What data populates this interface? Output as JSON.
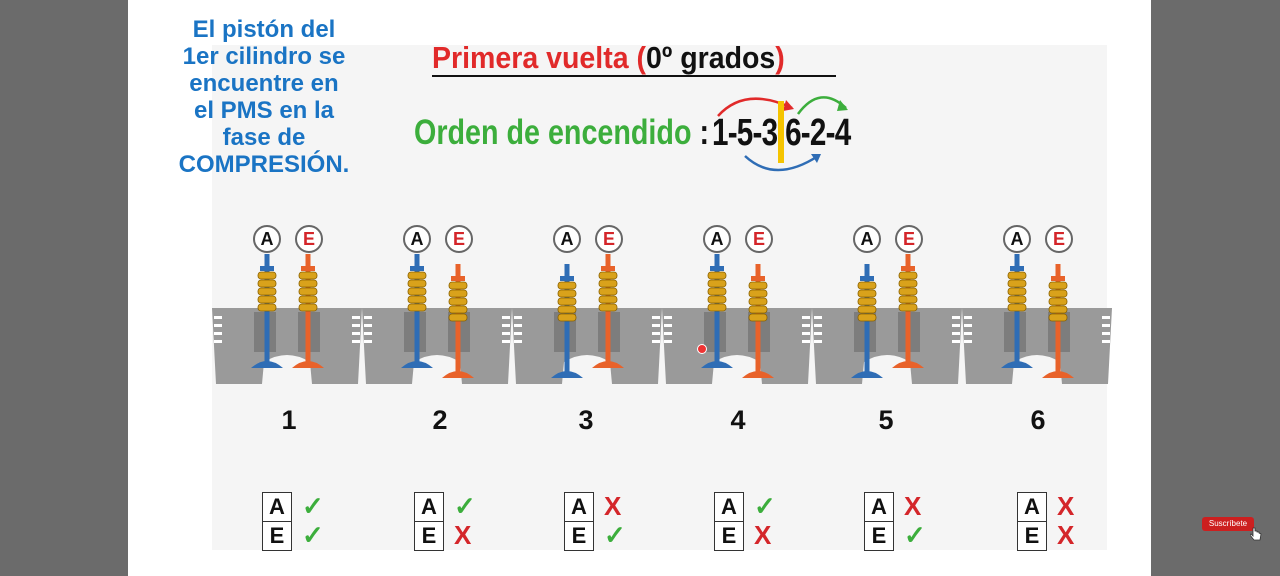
{
  "intro": {
    "lines": [
      "El pistón del",
      "1er cilindro se",
      "encuentre en",
      "el PMS en la",
      "fase de",
      "COMPRESIÓN."
    ]
  },
  "title": {
    "prefix": "Primera vuelta (",
    "degrees": "0º grados",
    "suffix": ")"
  },
  "firing_order": {
    "label": "Orden de encendido",
    "colon": ":",
    "left": "1-5-3",
    "right": "6-2-4"
  },
  "valve_labels": {
    "admission": "A",
    "exhaust": "E"
  },
  "cylinders": [
    {
      "number": "1",
      "admission": "✓",
      "exhaust": "✓",
      "admission_ok": true,
      "exhaust_ok": true
    },
    {
      "number": "2",
      "admission": "✓",
      "exhaust": "X",
      "admission_ok": true,
      "exhaust_ok": false
    },
    {
      "number": "3",
      "admission": "X",
      "exhaust": "✓",
      "admission_ok": false,
      "exhaust_ok": true
    },
    {
      "number": "4",
      "admission": "✓",
      "exhaust": "X",
      "admission_ok": true,
      "exhaust_ok": false
    },
    {
      "number": "5",
      "admission": "X",
      "exhaust": "✓",
      "admission_ok": false,
      "exhaust_ok": true
    },
    {
      "number": "6",
      "admission": "X",
      "exhaust": "X",
      "admission_ok": false,
      "exhaust_ok": false
    }
  ],
  "colors": {
    "intro_blue": "#1a74c4",
    "title_red": "#e12a2a",
    "firing_green": "#3cae3c",
    "intake_valve": "#2f6db5",
    "exhaust_valve": "#e8622a",
    "spring": "#d9a21b",
    "head_gray": "#9a9a9a",
    "ok_green": "#3cae3c",
    "no_red": "#d4262a"
  },
  "subscribe": {
    "label": "Suscríbete"
  }
}
